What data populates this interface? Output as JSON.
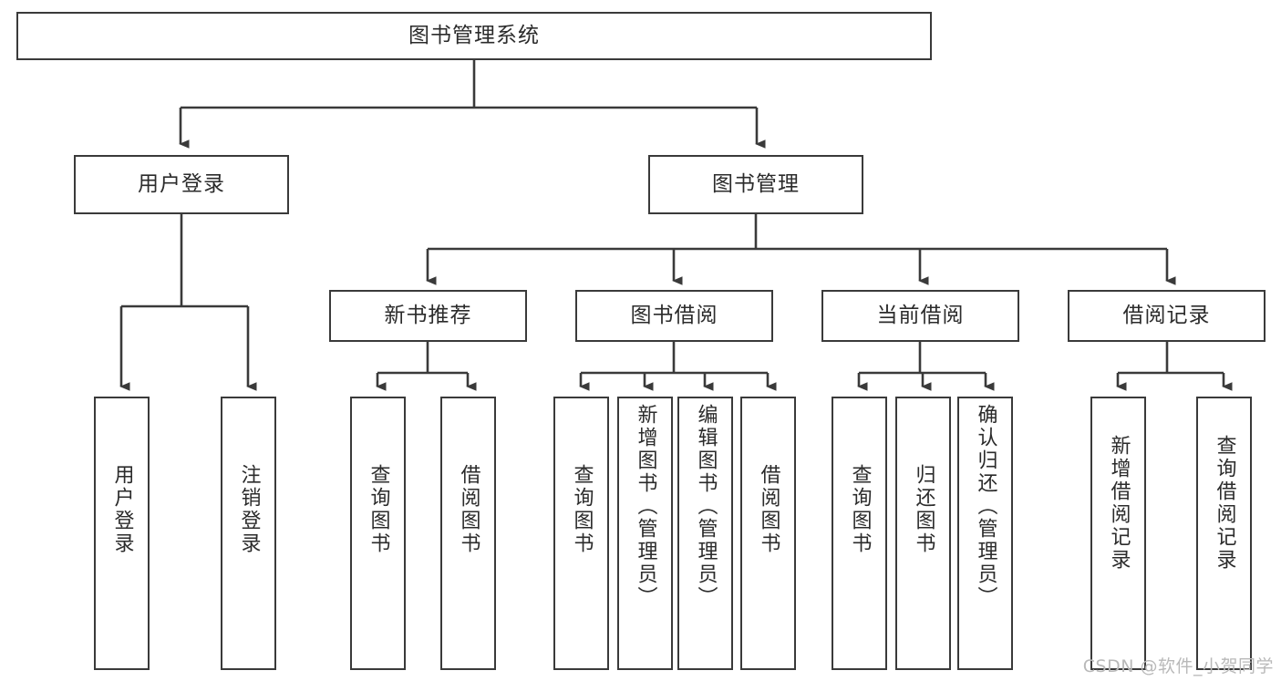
{
  "diagram": {
    "title": "图书管理系统",
    "type": "hierarchy-tree",
    "root": {
      "label": "图书管理系统"
    },
    "level2": [
      {
        "label": "用户登录"
      },
      {
        "label": "图书管理"
      }
    ],
    "level3": [
      {
        "label": "新书推荐"
      },
      {
        "label": "图书借阅"
      },
      {
        "label": "当前借阅"
      },
      {
        "label": "借阅记录"
      }
    ],
    "leaves": {
      "user_login": [
        "用户登录",
        "注销登录"
      ],
      "new_book_recommend": [
        "查询图书",
        "借阅图书"
      ],
      "book_borrow": [
        "查询图书",
        "新增图书（管理员）",
        "编辑图书（管理员）",
        "借阅图书"
      ],
      "current_borrow": [
        "查询图书",
        "归还图书",
        "确认归还（管理员）"
      ],
      "borrow_record": [
        "新增借阅记录",
        "查询借阅记录"
      ]
    }
  },
  "watermark": {
    "text": "CSDN @软件_小贺同学"
  },
  "colors": {
    "background": "#ffffff",
    "stroke": "#3a3a3a",
    "text": "#2b2b2b",
    "watermark": "#b9b9b9"
  }
}
